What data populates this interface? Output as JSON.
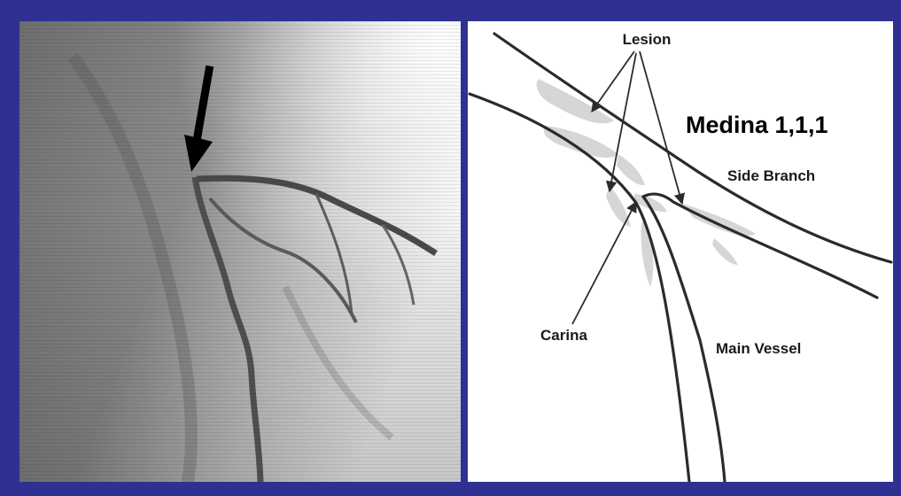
{
  "labels": {
    "lesion": "Lesion",
    "title": "Medina 1,1,1",
    "side_branch": "Side Branch",
    "carina": "Carina",
    "main_vessel": "Main Vessel"
  },
  "colors": {
    "frame": "#2e3192",
    "vessel_wall": "#2b2b2b",
    "lesion_fill": "#d6d6d6"
  }
}
